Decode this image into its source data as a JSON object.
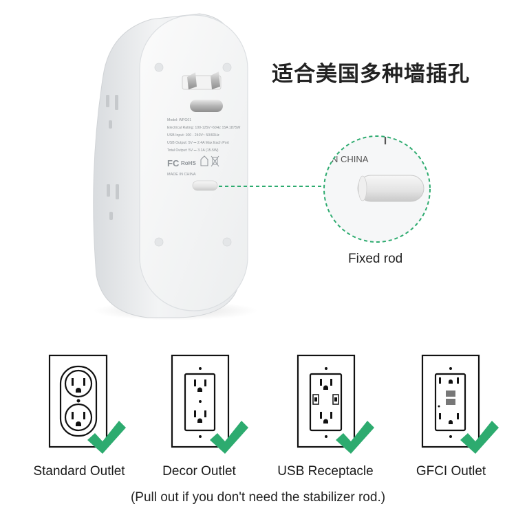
{
  "headline": "适合美国多种墙插孔",
  "device": {
    "model": "Model: WPG01",
    "rating": "Electrical Rating: 100-125V~60Hz 15A 1875W",
    "usb_input": "USB Input: 100 - 240V~ 50/60Hz",
    "usb_output": "USB Output: 5V ⎓ 2.4A Max Each Port",
    "total_output": "Total Output: 5V ⎓ 3.1A (15.5W)",
    "cert_fc": "FC",
    "cert_rohs": "RoHS",
    "made_in": "MADE IN CHINA"
  },
  "zoom": {
    "text": "N CHINA"
  },
  "rod_label": "Fixed rod",
  "accent_color": "#2dab6f",
  "outlets": [
    {
      "label": "Standard Outlet",
      "icon": "duplex-outlet-icon"
    },
    {
      "label": "Decor Outlet",
      "icon": "decor-outlet-icon"
    },
    {
      "label": "USB Receptacle",
      "icon": "usb-outlet-icon"
    },
    {
      "label": "GFCI Outlet",
      "icon": "gfci-outlet-icon"
    }
  ],
  "footnote": "(Pull out if you don't need the stabilizer rod.)"
}
